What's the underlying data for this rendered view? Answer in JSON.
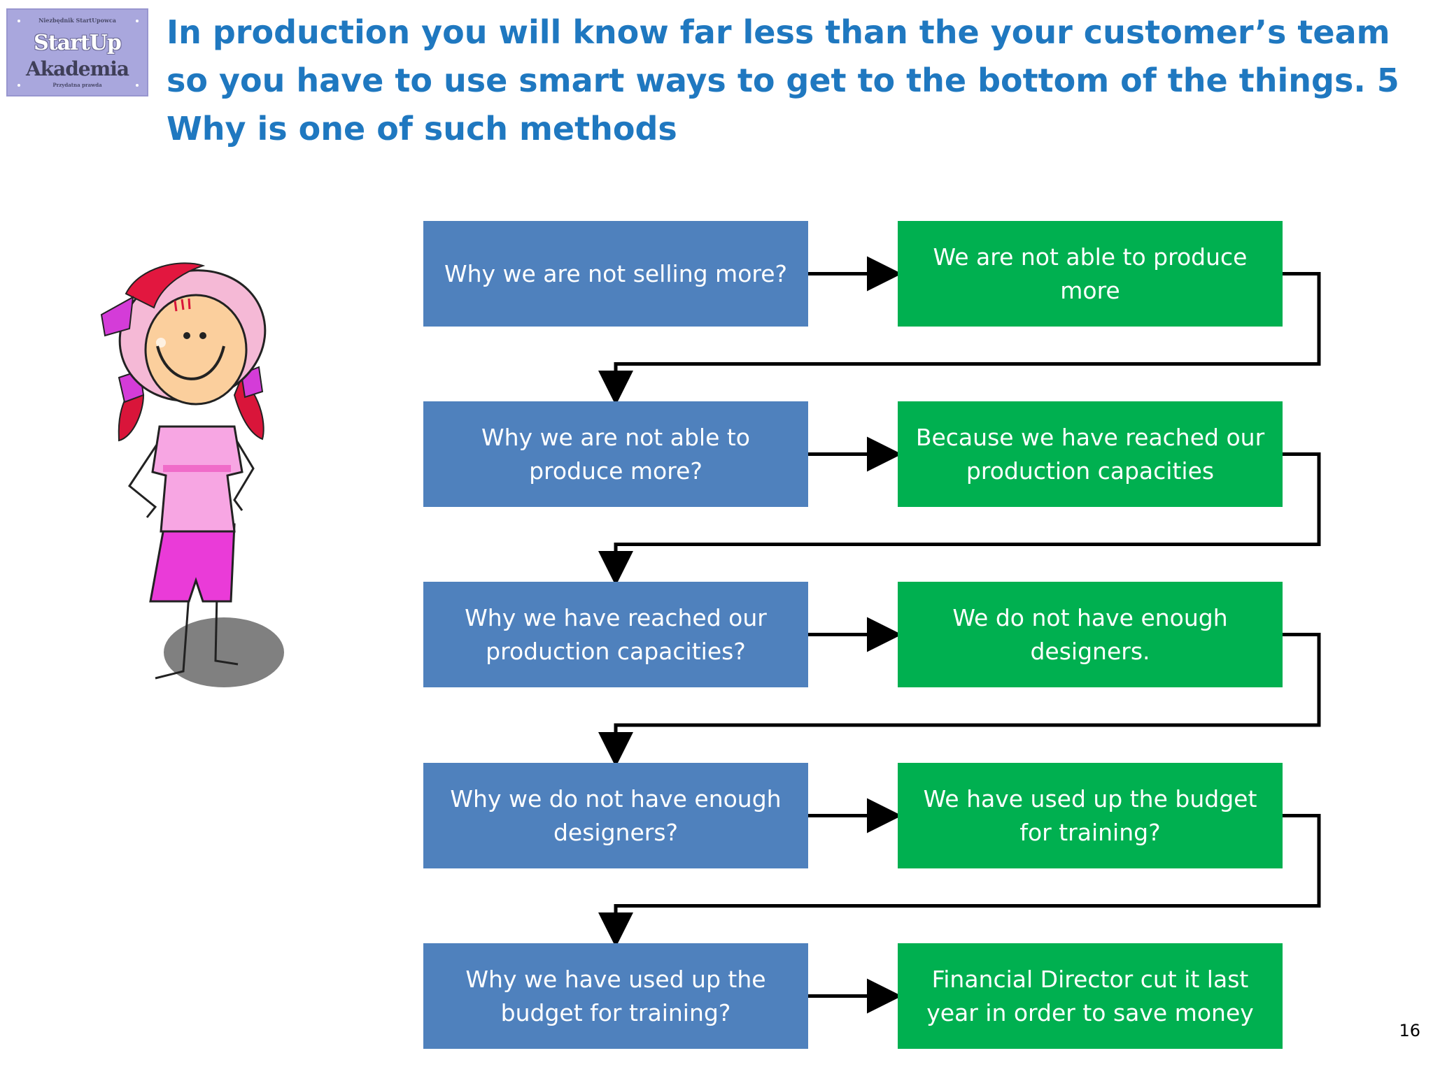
{
  "logo": {
    "line_top": "Niezbędnik StartUpowca",
    "line_main": "StartUp",
    "line_sub": "Akademia",
    "line_bottom": "Przydatna prawda"
  },
  "title": "In production you will know far less than the your customer’s team so you have to use smart ways to get to the bottom of the things. 5 Why is one of such methods",
  "rows": [
    {
      "question": "Why we are not selling more?",
      "answer": "We are not able to produce more"
    },
    {
      "question": "Why we are not able to produce more?",
      "answer": "Because we have reached our production capacities"
    },
    {
      "question": "Why we have reached our production capacities?",
      "answer": "We do not have enough designers."
    },
    {
      "question": "Why we do not have enough designers?",
      "answer": "We have used up the budget for training?"
    },
    {
      "question": "Why we have used up the budget for training?",
      "answer": "Financial Director cut it last year in order to save money"
    }
  ],
  "colors": {
    "question_box": "#4f81bd",
    "answer_box": "#00b050",
    "title": "#1f78c0",
    "connector": "#000000"
  },
  "illustration": "cartoon-girl-with-pink-hat",
  "page_number": "16"
}
